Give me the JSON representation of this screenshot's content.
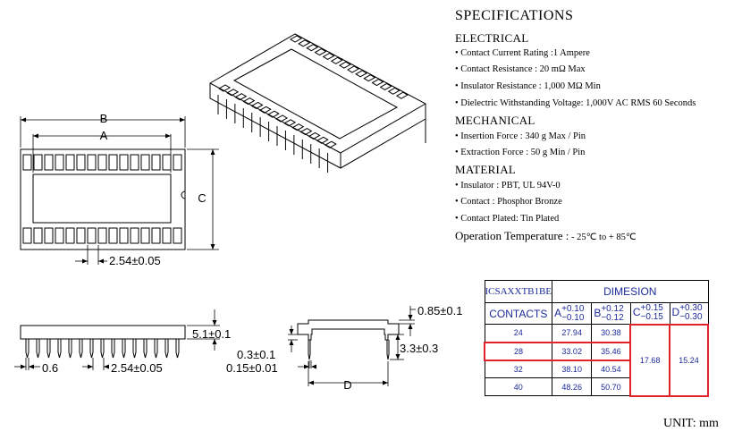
{
  "specs": {
    "title": "SPECIFICATIONS",
    "electrical": {
      "heading": "ELECTRICAL",
      "items": [
        "• Contact Current Rating :1 Ampere",
        "• Contact Resistance : 20 mΩ Max",
        "• Insulator Resistance : 1,000 MΩ Min",
        "• Dielectric Withstanding Voltage: 1,000V AC RMS 60 Seconds"
      ]
    },
    "mechanical": {
      "heading": "MECHANICAL",
      "items": [
        "• Insertion Force : 340 g Max / Pin",
        "• Extraction Force : 50 g Min / Pin"
      ]
    },
    "material": {
      "heading": "MATERIAL",
      "items": [
        "• Insulator : PBT, UL 94V-0",
        "• Contact : Phosphor Bronze",
        "• Contact Plated: Tin Plated"
      ]
    },
    "operation_label": "Operation Temperature :",
    "operation_value": " - 25℃ to + 85℃"
  },
  "dimensions": {
    "b": "B",
    "a": "A",
    "c": "C",
    "d": "D",
    "pitch_top": "2.54±0.05",
    "height": "5.1±0.1",
    "pin_width": "0.6",
    "pitch_side": "2.54±0.05",
    "body_thickness": "0.85±0.1",
    "pin_thickness": "0.3±0.1",
    "pin_offset": "0.15±0.01",
    "pin_length": "3.3±0.3"
  },
  "table": {
    "model": "ICSAXXTB1BE",
    "title": "DIMESION",
    "contacts_header": "CONTACTS",
    "cols": [
      {
        "letter": "A",
        "plus": "+0.10",
        "minus": "−0.10"
      },
      {
        "letter": "B",
        "plus": "+0.12",
        "minus": "−0.12"
      },
      {
        "letter": "C",
        "plus": "+0.15",
        "minus": "−0.15"
      },
      {
        "letter": "D",
        "plus": "+0.30",
        "minus": "−0.30"
      }
    ],
    "rows": [
      {
        "contacts": "24",
        "a": "27.94",
        "b": "30.38"
      },
      {
        "contacts": "28",
        "a": "33.02",
        "b": "35.46"
      },
      {
        "contacts": "32",
        "a": "38.10",
        "b": "40.54"
      },
      {
        "contacts": "40",
        "a": "48.26",
        "b": "50.70"
      }
    ],
    "c_value": "17.68",
    "d_value": "15.24",
    "highlight_color": "#e0222a"
  },
  "unit": "UNIT: mm"
}
